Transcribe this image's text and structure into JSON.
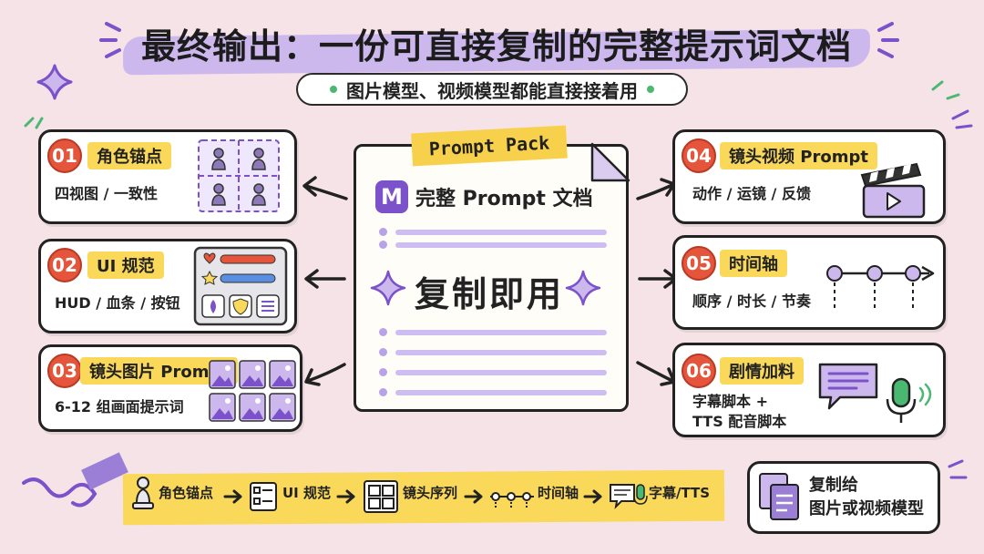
{
  "title": "最终输出：一份可直接复制的完整提示词文档",
  "subtitle": "图片模型、视频模型都能直接接着用",
  "center": {
    "tape": "Prompt Pack",
    "icon_letter": "M",
    "doc_title": "完整 Prompt 文档",
    "big_text": "复制即用"
  },
  "cards": [
    {
      "num": "01",
      "tag": "角色锚点",
      "desc": "四视图 / 一致性"
    },
    {
      "num": "02",
      "tag": "UI 规范",
      "desc": "HUD / 血条 / 按钮"
    },
    {
      "num": "03",
      "tag": "镜头图片 Prompt",
      "desc": "6-12 组画面提示词"
    },
    {
      "num": "04",
      "tag": "镜头视频 Prompt",
      "desc": "动作 / 运镜 / 反馈"
    },
    {
      "num": "05",
      "tag": "时间轴",
      "desc": "顺序 / 时长 / 节奏"
    },
    {
      "num": "06",
      "tag": "剧情加料",
      "desc_line1": "字幕脚本 +",
      "desc_line2": "TTS 配音脚本"
    }
  ],
  "flow": [
    "角色锚点",
    "UI 规范",
    "镜头序列",
    "时间轴",
    "字幕/TTS"
  ],
  "copy_to": {
    "line1": "复制给",
    "line2": "图片或视频模型"
  },
  "colors": {
    "background": "#f6e3e8",
    "accent_purple": "#7b52c9",
    "highlight_purple": "#cdb8ee",
    "tag_yellow": "#f9d85a",
    "number_red": "#e4553b",
    "green": "#4bb872"
  }
}
